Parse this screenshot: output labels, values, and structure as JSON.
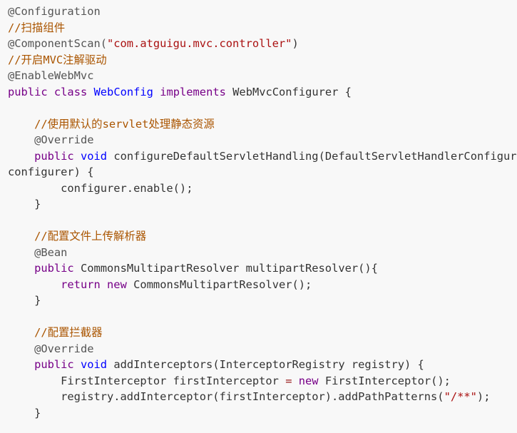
{
  "code": {
    "l1": {
      "annot": "@Configuration"
    },
    "l2": {
      "comment": "//扫描组件"
    },
    "l3": {
      "annot": "@ComponentScan(",
      "str": "\"com.atguigu.mvc.controller\"",
      "close": ")"
    },
    "l4": {
      "comment": "//开启MVC注解驱动"
    },
    "l5": {
      "annot": "@EnableWebMvc"
    },
    "l6": {
      "kw1": "public",
      "kw2": "class",
      "name": "WebConfig",
      "kw3": "implements",
      "iface": "WebMvcConfigurer {"
    },
    "l8": {
      "comment": "//使用默认的servlet处理静态资源"
    },
    "l9": {
      "annot": "@Override"
    },
    "l10": {
      "kw1": "public",
      "kw2": "void",
      "rest": "configureDefaultServletHandling(DefaultServletHandlerConfigurer"
    },
    "l11": {
      "text": "configurer) {"
    },
    "l12": {
      "text": "configurer.enable();"
    },
    "l13": {
      "text": "}"
    },
    "l15": {
      "comment": "//配置文件上传解析器"
    },
    "l16": {
      "annot": "@Bean"
    },
    "l17": {
      "kw1": "public",
      "rest": "CommonsMultipartResolver multipartResolver(){"
    },
    "l18": {
      "kw1": "return",
      "kw2": "new",
      "rest": "CommonsMultipartResolver();"
    },
    "l19": {
      "text": "}"
    },
    "l21": {
      "comment": "//配置拦截器"
    },
    "l22": {
      "annot": "@Override"
    },
    "l23": {
      "kw1": "public",
      "kw2": "void",
      "rest": "addInterceptors(InterceptorRegistry registry) {"
    },
    "l24": {
      "part1": "FirstInterceptor firstInterceptor",
      "eq": "=",
      "kw": "new",
      "part2": "FirstInterceptor();"
    },
    "l25": {
      "part1": "registry.addInterceptor(firstInterceptor).addPathPatterns(",
      "str": "\"/**\"",
      "part2": ");"
    },
    "l26": {
      "text": "}"
    }
  }
}
